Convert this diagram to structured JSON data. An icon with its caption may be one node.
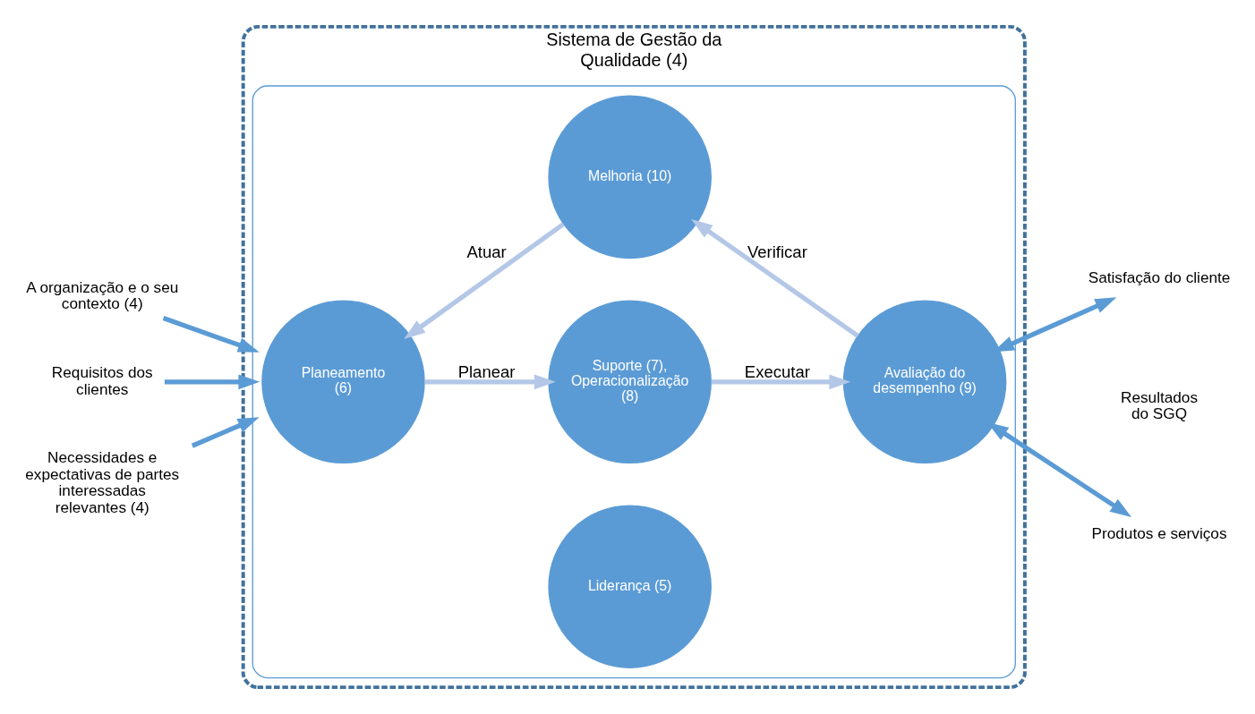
{
  "diagram": {
    "nodes": [
      {
        "text": [
          "Sistema de Gestão da Qualidade (4)"
        ]
      },
      {
        "text": [],
        "shape": "ellipse",
        "in": 0
      },
      {
        "text": [
          "Suporte (7), Operacionalização (8)"
        ],
        "in": 1
      },
      {
        "text": [
          "Planeamento (6)"
        ],
        "in": 1
      },
      {
        "text": [
          "Liderança (5)"
        ],
        "in": 1
      },
      {
        "text": [
          "Avaliação do desempenho (9)"
        ],
        "in": 1
      },
      {
        "text": [
          "Melhoria (10)"
        ],
        "in": 1
      },
      {
        "text": [
          "A organização e o seu contexto (4)"
        ]
      },
      {
        "text": [
          "Requisitos dos clientes"
        ]
      },
      {
        "text": [
          "Necessidades e expectativas de partes interessadas relevantes (4)"
        ]
      },
      {
        "text": [
          "Satisfação do cliente"
        ]
      },
      {
        "text": [
          "Produtos e serviços"
        ]
      }
    ],
    "edges": [
      {
        "from": 3,
        "to": 2,
        "arrow": "to",
        "label": "Planear",
        "color": "#b4c7e7"
      },
      {
        "from": 2,
        "to": 5,
        "arrow": "to",
        "label": "Executar",
        "color": "#b4c7e7"
      },
      {
        "from": 5,
        "to": 6,
        "arrow": "to",
        "label": "Verificar",
        "color": "#b4c7e7"
      },
      {
        "from": 6,
        "to": 3,
        "arrow": "to",
        "label": "Atuar",
        "color": "#b4c7e7"
      },
      {
        "from": 7,
        "to": 1,
        "arrow": "to"
      },
      {
        "from": 8,
        "to": 1,
        "arrow": "to"
      },
      {
        "from": 9,
        "to": 1,
        "arrow": "to"
      },
      {
        "from": 5,
        "to": 10,
        "arrow": "both"
      },
      {
        "from": 5,
        "to": 11,
        "arrow": "both"
      }
    ],
    "labels": [
      "Resultados do SGQ"
    ]
  }
}
